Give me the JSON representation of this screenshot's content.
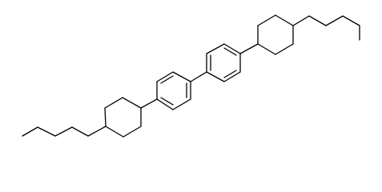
{
  "molecule": {
    "bond_color": "#000000",
    "background_color": "#ffffff",
    "fragments": [
      {
        "id": "pentyl-chain-left",
        "type": "alkyl-chain",
        "carbons": 5
      },
      {
        "id": "cyclohexyl-ring-left",
        "type": "cyclohexane"
      },
      {
        "id": "phenyl-ring-left",
        "type": "benzene"
      },
      {
        "id": "phenyl-ring-right",
        "type": "benzene"
      },
      {
        "id": "cyclohexyl-ring-right",
        "type": "cyclohexane"
      },
      {
        "id": "pentyl-chain-right",
        "type": "alkyl-chain",
        "carbons": 5
      }
    ]
  }
}
